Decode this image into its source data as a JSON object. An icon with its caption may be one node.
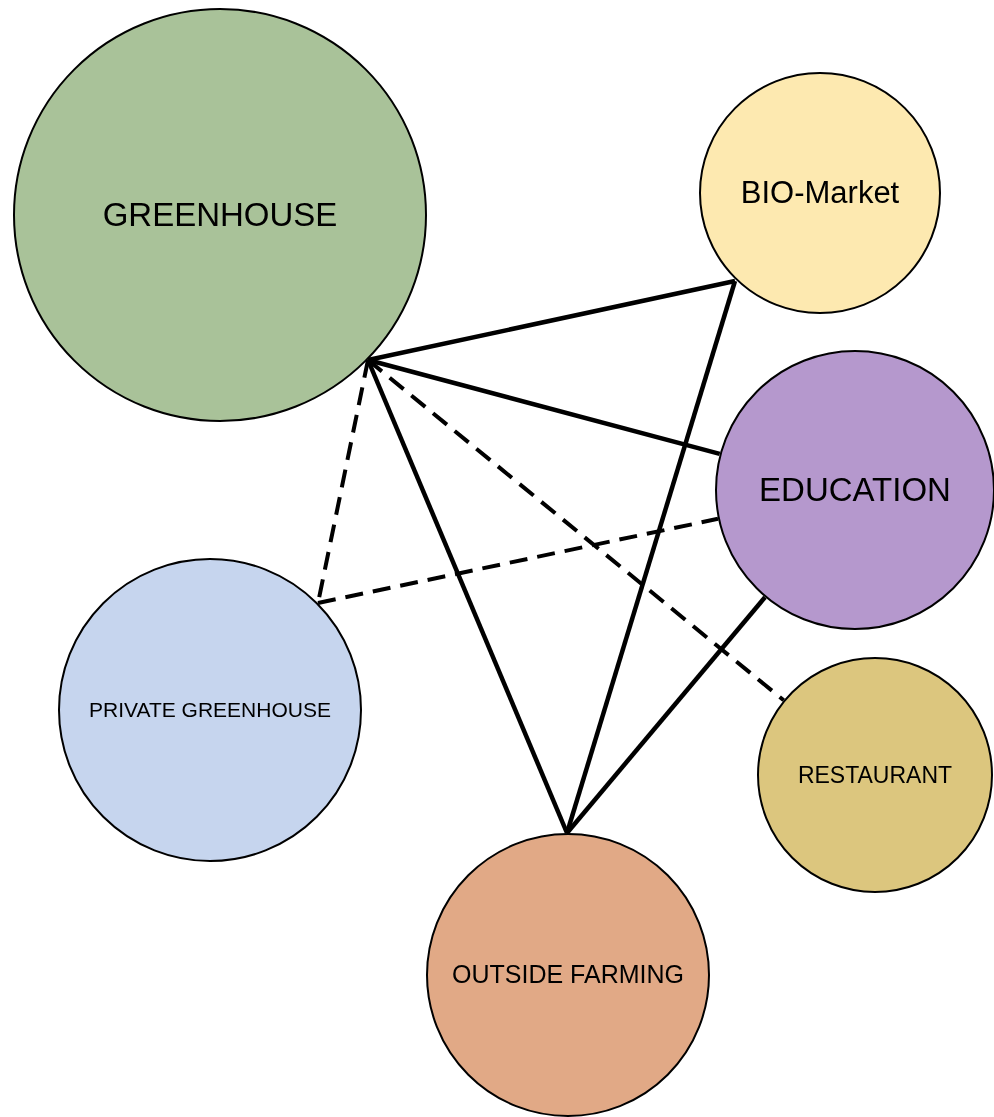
{
  "diagram": {
    "nodes": [
      {
        "text": [
          "GREENHOUSE"
        ]
      },
      {
        "text": [
          "BIO-Market"
        ]
      },
      {
        "text": [
          "EDUCATION"
        ]
      },
      {
        "text": [
          "PRIVATE GREENHOUSE"
        ]
      },
      {
        "text": [
          "RESTAURANT"
        ]
      },
      {
        "text": [
          "OUTSIDE FARMING"
        ]
      }
    ],
    "edges": [
      {
        "from": 0,
        "to": 1,
        "arrow": "none"
      },
      {
        "from": 0,
        "to": 2,
        "arrow": "none"
      },
      {
        "from": 0,
        "to": 3,
        "arrow": "none",
        "style": "dashed"
      },
      {
        "from": 0,
        "to": 5,
        "arrow": "none"
      },
      {
        "from": 0,
        "to": 4,
        "arrow": "none",
        "style": "dashed"
      },
      {
        "from": 3,
        "to": 2,
        "arrow": "none",
        "style": "dashed"
      },
      {
        "from": 5,
        "to": 1,
        "arrow": "none"
      },
      {
        "from": 5,
        "to": 2,
        "arrow": "none"
      }
    ]
  }
}
